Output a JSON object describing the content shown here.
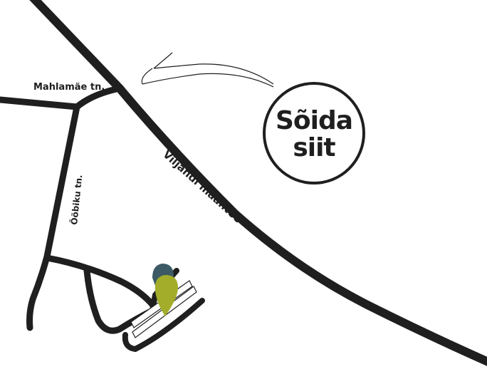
{
  "map": {
    "roads": {
      "main_road_label": "Viljandi maantee",
      "street_top_label": "Mahlamäe tn.",
      "street_side_label": "Õõbiku tn."
    },
    "callout": {
      "line1": "Sõida",
      "line2": "siit"
    },
    "colors": {
      "road": "#1f1f1f",
      "marker_fill": "#a3ad2a",
      "marker_shadow": "#3c5a66",
      "background": "#ffffff"
    },
    "icons": {
      "location_marker": "map-pin-icon",
      "direction_arrow": "curved-arrow-icon"
    }
  }
}
